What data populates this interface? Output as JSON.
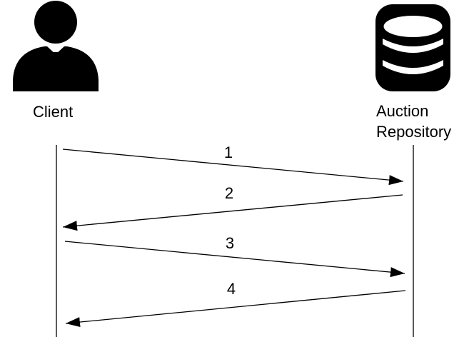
{
  "actors": {
    "client": {
      "label": "Client",
      "icon": "person-icon"
    },
    "repository": {
      "label_line1": "Auction",
      "label_line2": "Repository",
      "icon": "database-icon"
    }
  },
  "messages": [
    {
      "number": "1",
      "from": "client",
      "to": "repository"
    },
    {
      "number": "2",
      "from": "repository",
      "to": "client"
    },
    {
      "number": "3",
      "from": "client",
      "to": "repository"
    },
    {
      "number": "4",
      "from": "repository",
      "to": "client"
    }
  ],
  "colors": {
    "stroke": "#000000",
    "background": "#ffffff"
  }
}
